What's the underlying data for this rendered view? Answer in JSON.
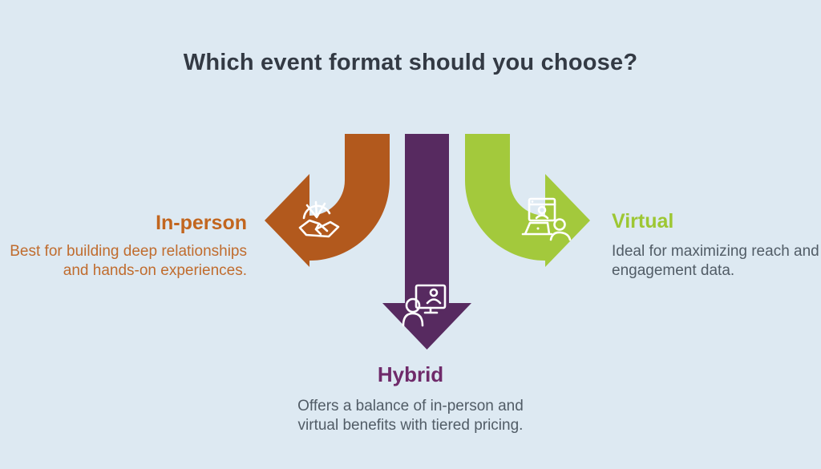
{
  "title": "Which event format should you choose?",
  "background_color": "#dde9f2",
  "title_color": "#333a44",
  "options": {
    "in_person": {
      "label": "In-person",
      "label_color": "#c2661f",
      "arrow_color": "#b2591d",
      "arrow_direction": "left",
      "icon": "handshake-icon",
      "description_lines": [
        "Best for building deep relationships",
        "and hands-on experiences."
      ],
      "description_color": "#c06c2e"
    },
    "hybrid": {
      "label": "Hybrid",
      "label_color": "#6f2a6a",
      "arrow_color": "#572a60",
      "arrow_direction": "down",
      "icon": "person-monitor-icon",
      "description_lines": [
        "Offers a balance of in-person and",
        "virtual benefits with tiered pricing."
      ],
      "description_color": "#515c66"
    },
    "virtual": {
      "label": "Virtual",
      "label_color": "#9dc733",
      "arrow_color": "#a3c93c",
      "arrow_direction": "right",
      "icon": "screen-laptop-person-icon",
      "description_lines": [
        "Ideal for maximizing reach and",
        "engagement data."
      ],
      "description_color": "#515c66"
    }
  }
}
